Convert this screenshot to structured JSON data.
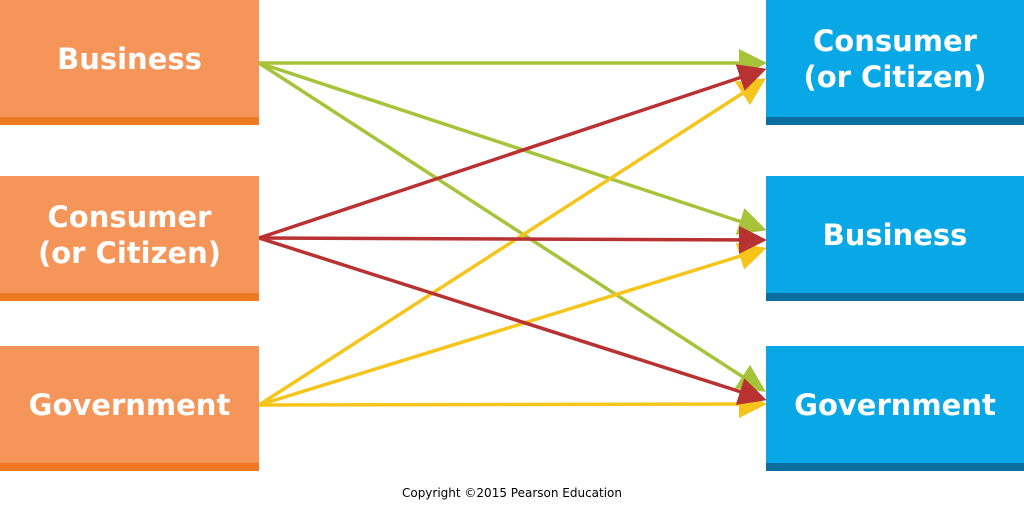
{
  "sources": [
    {
      "label": "Business",
      "arrow_color": "#a6c33a"
    },
    {
      "label": "Consumer\n(or Citizen)",
      "arrow_color": "#b83232"
    },
    {
      "label": "Government",
      "arrow_color": "#f5c51b"
    }
  ],
  "targets": [
    {
      "label": "Consumer\n(or Citizen)"
    },
    {
      "label": "Business"
    },
    {
      "label": "Government"
    }
  ],
  "colors": {
    "source_box": "#f5955a",
    "source_shadow": "#f07a24",
    "target_box": "#08a7e6",
    "target_shadow": "#0a6f9f"
  },
  "copyright": "Copyright ©2015 Pearson Education"
}
